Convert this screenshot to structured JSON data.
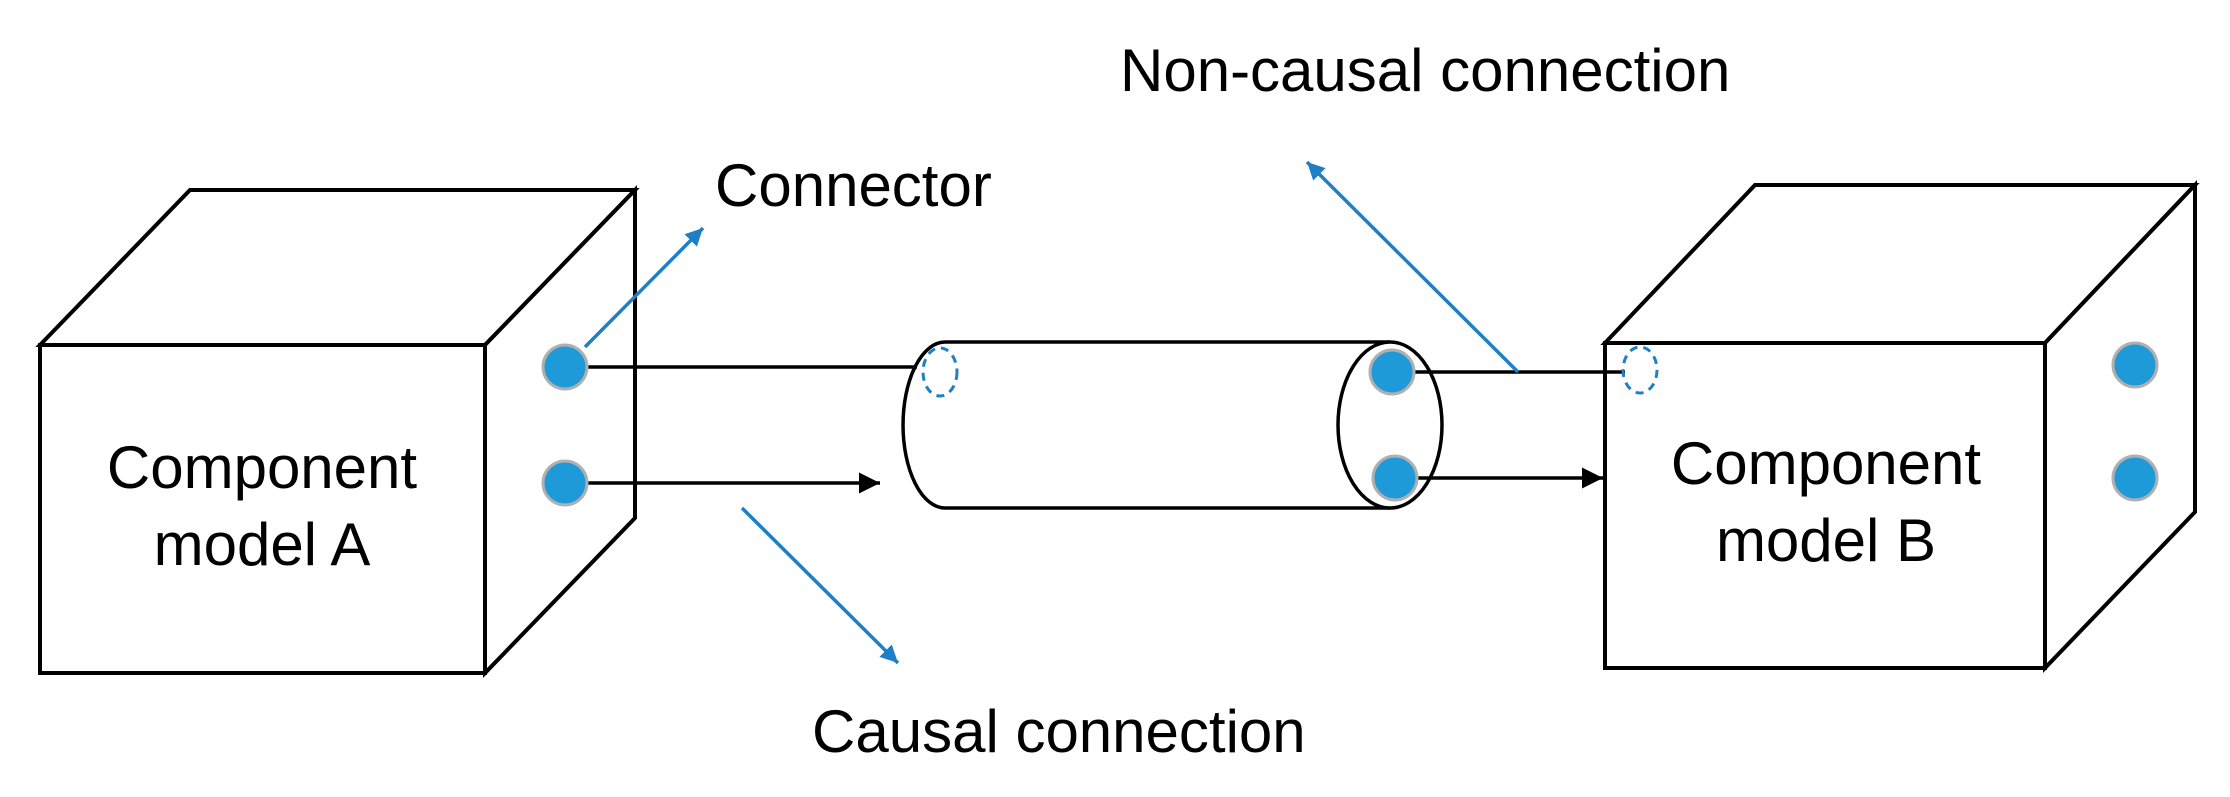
{
  "diagram": {
    "labels": {
      "connector": "Connector",
      "non_causal": "Non-causal connection",
      "causal": "Causal connection",
      "model_a_line1": "Component",
      "model_a_line2": "model A",
      "model_b_line1": "Component",
      "model_b_line2": "model B"
    },
    "colors": {
      "line": "#000000",
      "accent": "#1f7fc6",
      "port_fill": "#1f9ad9",
      "port_stroke": "#b0b0b0"
    },
    "icons": {
      "port": "filled-circle",
      "hidden_port": "dashed-ellipse",
      "arrowhead": "triangle"
    }
  }
}
